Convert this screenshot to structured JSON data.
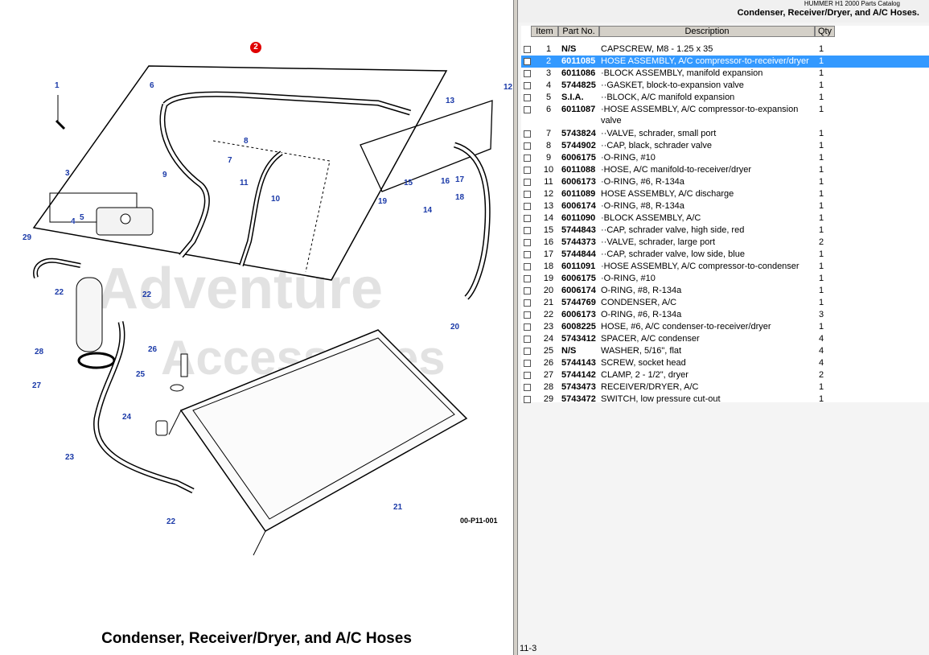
{
  "catalog_name": "HUMMER H1 2000 Parts Catalog",
  "page_title": "Condenser, Receiver/Dryer, and A/C Hoses.",
  "diagram_caption": "Condenser, Receiver/Dryer, and A/C Hoses",
  "drawing_code": "00-P11-001",
  "page_number": "11-3",
  "watermark": {
    "line1": "Adventure",
    "line2": "Accessories"
  },
  "table": {
    "headers": {
      "item": "Item",
      "part_no": "Part No.",
      "description": "Description",
      "qty": "Qty"
    },
    "rows": [
      {
        "item": "1",
        "part": "N/S",
        "desc": "CAPSCREW, M8 - 1.25 x 35",
        "qty": "1"
      },
      {
        "item": "2",
        "part": "6011085",
        "desc": "HOSE ASSEMBLY, A/C compressor-to-receiver/dryer",
        "qty": "1",
        "selected": true
      },
      {
        "item": "3",
        "part": "6011086",
        "desc": "·BLOCK ASSEMBLY, manifold expansion",
        "qty": "1"
      },
      {
        "item": "4",
        "part": "5744825",
        "desc": "··GASKET, block-to-expansion valve",
        "qty": "1"
      },
      {
        "item": "5",
        "part": "S.I.A.",
        "desc": "··BLOCK, A/C manifold expansion",
        "qty": "1"
      },
      {
        "item": "6",
        "part": "6011087",
        "desc": "·HOSE ASSEMBLY, A/C compressor-to-expansion",
        "desc2": "valve",
        "qty": "1"
      },
      {
        "item": "7",
        "part": "5743824",
        "desc": "··VALVE, schrader, small port",
        "qty": "1"
      },
      {
        "item": "8",
        "part": "5744902",
        "desc": "··CAP, black, schrader valve",
        "qty": "1"
      },
      {
        "item": "9",
        "part": "6006175",
        "desc": "·O-RING, #10",
        "qty": "1"
      },
      {
        "item": "10",
        "part": "6011088",
        "desc": "·HOSE, A/C manifold-to-receiver/dryer",
        "qty": "1"
      },
      {
        "item": "11",
        "part": "6006173",
        "desc": "·O-RING, #6, R-134a",
        "qty": "1"
      },
      {
        "item": "12",
        "part": "6011089",
        "desc": "HOSE ASSEMBLY, A/C discharge",
        "qty": "1"
      },
      {
        "item": "13",
        "part": "6006174",
        "desc": "·O-RING, #8, R-134a",
        "qty": "1"
      },
      {
        "item": "14",
        "part": "6011090",
        "desc": "·BLOCK ASSEMBLY, A/C",
        "qty": "1"
      },
      {
        "item": "15",
        "part": "5744843",
        "desc": "··CAP, schrader valve,  high side, red",
        "qty": "1"
      },
      {
        "item": "16",
        "part": "5744373",
        "desc": "··VALVE, schrader, large port",
        "qty": "2"
      },
      {
        "item": "17",
        "part": "5744844",
        "desc": "··CAP, schrader valve, low side, blue",
        "qty": "1"
      },
      {
        "item": "18",
        "part": "6011091",
        "desc": "·HOSE ASSEMBLY, A/C compressor-to-condenser",
        "qty": "1"
      },
      {
        "item": "19",
        "part": "6006175",
        "desc": "·O-RING, #10",
        "qty": "1"
      },
      {
        "item": "20",
        "part": "6006174",
        "desc": "O-RING, #8, R-134a",
        "qty": "1"
      },
      {
        "item": "21",
        "part": "5744769",
        "desc": "CONDENSER, A/C",
        "qty": "1"
      },
      {
        "item": "22",
        "part": "6006173",
        "desc": "O-RING, #6, R-134a",
        "qty": "3"
      },
      {
        "item": "23",
        "part": "6008225",
        "desc": "HOSE, #6, A/C condenser-to-receiver/dryer",
        "qty": "1"
      },
      {
        "item": "24",
        "part": "5743412",
        "desc": "SPACER, A/C condenser",
        "qty": "4"
      },
      {
        "item": "25",
        "part": "N/S",
        "desc": "WASHER,  5/16\", flat",
        "qty": "4"
      },
      {
        "item": "26",
        "part": "5744143",
        "desc": "SCREW, socket head",
        "qty": "4"
      },
      {
        "item": "27",
        "part": "5744142",
        "desc": "CLAMP, 2 - 1/2\", dryer",
        "qty": "2"
      },
      {
        "item": "28",
        "part": "5743473",
        "desc": "RECEIVER/DRYER, A/C",
        "qty": "1"
      },
      {
        "item": "29",
        "part": "5743472",
        "desc": "SWITCH, low pressure cut-out",
        "qty": "1"
      }
    ]
  },
  "callouts": [
    "1",
    "2",
    "3",
    "4",
    "5",
    "6",
    "7",
    "8",
    "9",
    "10",
    "11",
    "12",
    "13",
    "14",
    "15",
    "16",
    "17",
    "18",
    "19",
    "20",
    "21",
    "22",
    "22",
    "22",
    "23",
    "24",
    "25",
    "26",
    "27",
    "28",
    "29"
  ],
  "colors": {
    "callout": "#1b3aa8",
    "selected_row": "#3399ff",
    "highlight_callout": "#e00000"
  }
}
